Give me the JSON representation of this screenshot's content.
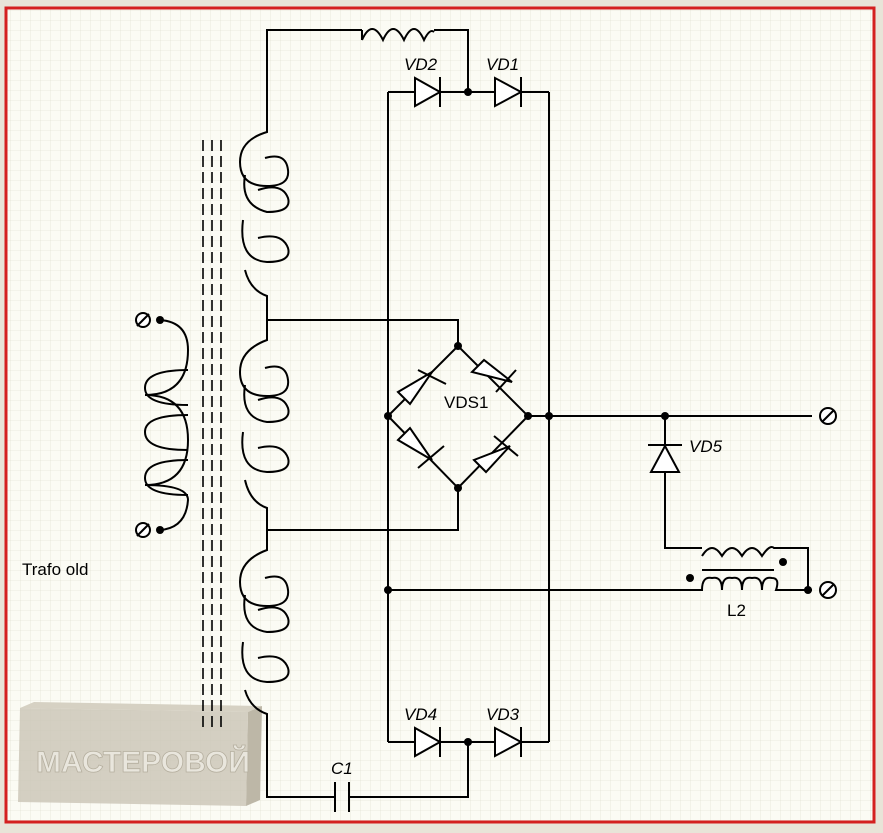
{
  "colors": {
    "border": "#d42020",
    "paper": "#fbfbf4",
    "grid": "#dcdccb",
    "ink": "#000000",
    "watermark": "#c8c3b4"
  },
  "labels": {
    "vd1": "VD1",
    "vd2": "VD2",
    "vd3": "VD3",
    "vd4": "VD4",
    "vd5": "VD5",
    "vds1": "VDS1",
    "c1": "C1",
    "l2": "L2",
    "transformer": "Trafo old"
  },
  "watermark": {
    "text": "МАСТЕРОВОЙ"
  }
}
